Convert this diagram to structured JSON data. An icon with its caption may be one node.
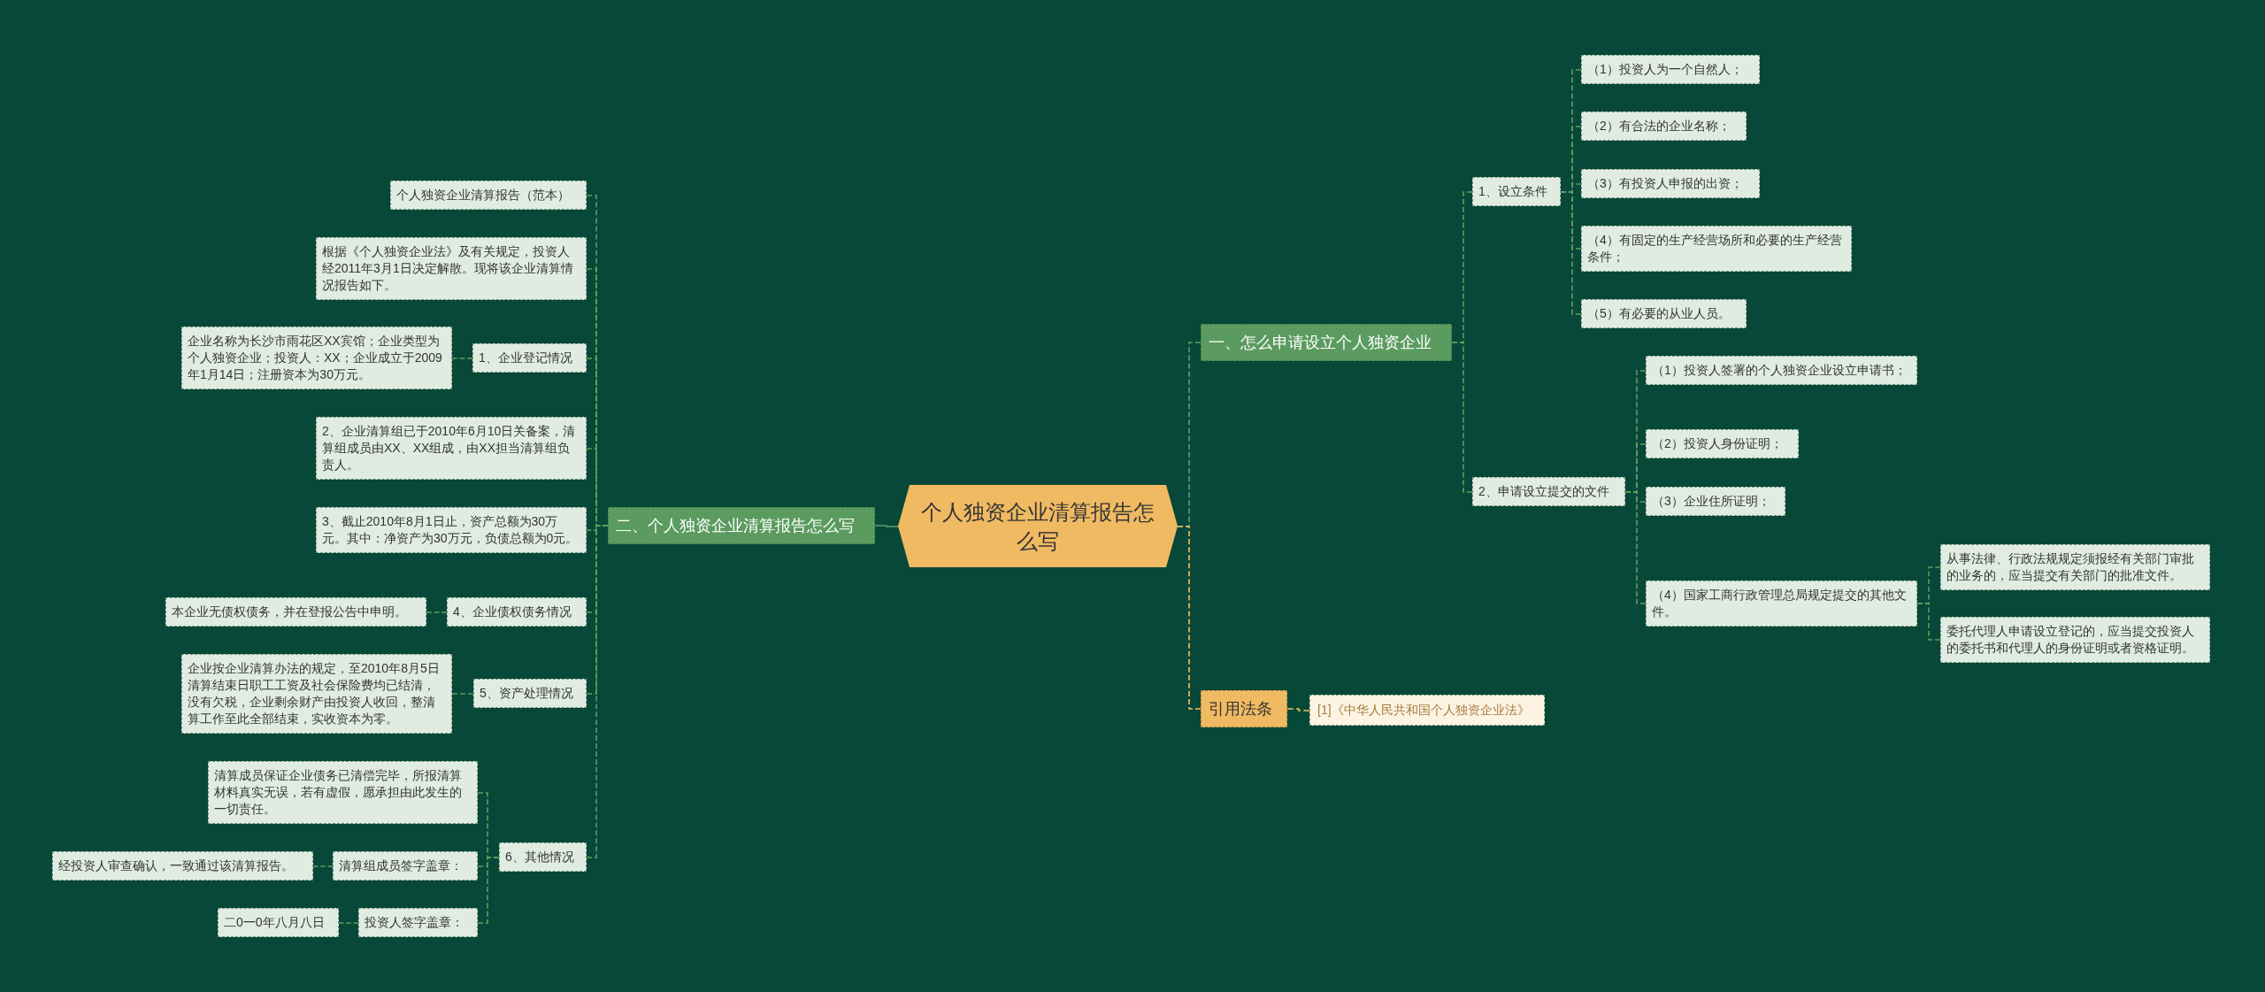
{
  "diagram": {
    "nodes": [
      {
        "text": [
          "个人独资企业清算报告怎么写"
        ]
      },
      {
        "text": [
          "二、个人独资企业清算报告怎么写"
        ]
      },
      {
        "text": [
          "个人独资企业清算报告（范本）"
        ]
      },
      {
        "text": [
          "根据《个人独资企业法》及有关规定，投资人经2011年3月1日决定解散。现将该企业清算情况报告如下。"
        ]
      },
      {
        "text": [
          "1、企业登记情况"
        ]
      },
      {
        "text": [
          "企业名称为长沙市雨花区XX宾馆；企业类型为个人独资企业；投资人：XX；企业成立于2009年1月14日；注册资本为30万元。"
        ]
      },
      {
        "text": [
          "2、企业清算组已于2010年6月10日关备案，清算组成员由XX、XX组成，由XX担当清算组负责人。"
        ]
      },
      {
        "text": [
          "3、截止2010年8月1日止，资产总额为30万元。其中：净资产为30万元，负债总额为0元。"
        ]
      },
      {
        "text": [
          "4、企业债权债务情况"
        ]
      },
      {
        "text": [
          "本企业无债权债务，并在登报公告中申明。"
        ]
      },
      {
        "text": [
          "5、资产处理情况"
        ]
      },
      {
        "text": [
          "企业按企业清算办法的规定，至2010年8月5日清算结束日职工工资及社会保险费均已结清，没有欠税，企业剩余财产由投资人收回，整清算工作至此全部结束，实收资本为零。"
        ]
      },
      {
        "text": [
          "6、其他情况"
        ]
      },
      {
        "text": [
          "清算成员保证企业债务已清偿完毕，所报清算材料真实无误，若有虚假，愿承担由此发生的一切责任。"
        ]
      },
      {
        "text": [
          "清算组成员签字盖章："
        ]
      },
      {
        "text": [
          "经投资人审查确认，一致通过该清算报告。"
        ]
      },
      {
        "text": [
          "投资人签字盖章："
        ]
      },
      {
        "text": [
          "二0一0年八月八日"
        ]
      },
      {
        "text": [
          "一、怎么申请设立个人独资企业"
        ]
      },
      {
        "text": [
          "1、设立条件"
        ]
      },
      {
        "text": [
          "（1）投资人为一个自然人；"
        ]
      },
      {
        "text": [
          "（2）有合法的企业名称；"
        ]
      },
      {
        "text": [
          "（3）有投资人申报的出资；"
        ]
      },
      {
        "text": [
          "（4）有固定的生产经营场所和必要的生产经营条件；"
        ]
      },
      {
        "text": [
          "（5）有必要的从业人员。"
        ]
      },
      {
        "text": [
          "2、申请设立提交的文件"
        ]
      },
      {
        "text": [
          "（1）投资人签署的个人独资企业设立申请书；"
        ]
      },
      {
        "text": [
          "（2）投资人身份证明；"
        ]
      },
      {
        "text": [
          "（3）企业住所证明；"
        ]
      },
      {
        "text": [
          "（4）国家工商行政管理总局规定提交的其他文件。"
        ]
      },
      {
        "text": [
          "从事法律、行政法规规定须报经有关部门审批的业务的，应当提交有关部门的批准文件。"
        ]
      },
      {
        "text": [
          "委托代理人申请设立登记的，应当提交投资人的委托书和代理人的身份证明或者资格证明。"
        ]
      },
      {
        "text": [
          "引用法条"
        ]
      },
      {
        "text": [
          "[1]《中华人民共和国个人独资企业法》"
        ]
      }
    ],
    "edges": [
      {
        "from": 0,
        "to": 1,
        "arrow": "none"
      },
      {
        "from": 1,
        "to": 2,
        "arrow": "none",
        "style": "dashed"
      },
      {
        "from": 1,
        "to": 3,
        "arrow": "none",
        "style": "dashed"
      },
      {
        "from": 1,
        "to": 4,
        "arrow": "none",
        "style": "dashed"
      },
      {
        "from": 4,
        "to": 5,
        "arrow": "none",
        "style": "dashed"
      },
      {
        "from": 1,
        "to": 6,
        "arrow": "none",
        "style": "dashed"
      },
      {
        "from": 1,
        "to": 7,
        "arrow": "none",
        "style": "dashed"
      },
      {
        "from": 1,
        "to": 8,
        "arrow": "none",
        "style": "dashed"
      },
      {
        "from": 8,
        "to": 9,
        "arrow": "none",
        "style": "dashed"
      },
      {
        "from": 1,
        "to": 10,
        "arrow": "none",
        "style": "dashed"
      },
      {
        "from": 10,
        "to": 11,
        "arrow": "none",
        "style": "dashed"
      },
      {
        "from": 1,
        "to": 12,
        "arrow": "none",
        "style": "dashed"
      },
      {
        "from": 12,
        "to": 13,
        "arrow": "none",
        "style": "dashed"
      },
      {
        "from": 12,
        "to": 14,
        "arrow": "none",
        "style": "dashed"
      },
      {
        "from": 14,
        "to": 15,
        "arrow": "none",
        "style": "dashed"
      },
      {
        "from": 12,
        "to": 16,
        "arrow": "none",
        "style": "dashed"
      },
      {
        "from": 16,
        "to": 17,
        "arrow": "none",
        "style": "dashed"
      },
      {
        "from": 0,
        "to": 18,
        "arrow": "none",
        "style": "dashed"
      },
      {
        "from": 18,
        "to": 19,
        "arrow": "none",
        "style": "dashed"
      },
      {
        "from": 19,
        "to": 20,
        "arrow": "none",
        "style": "dashed"
      },
      {
        "from": 19,
        "to": 21,
        "arrow": "none",
        "style": "dashed"
      },
      {
        "from": 19,
        "to": 22,
        "arrow": "none",
        "style": "dashed"
      },
      {
        "from": 19,
        "to": 23,
        "arrow": "none",
        "style": "dashed"
      },
      {
        "from": 19,
        "to": 24,
        "arrow": "none",
        "style": "dashed"
      },
      {
        "from": 18,
        "to": 25,
        "arrow": "none",
        "style": "dashed"
      },
      {
        "from": 25,
        "to": 26,
        "arrow": "none",
        "style": "dashed"
      },
      {
        "from": 25,
        "to": 27,
        "arrow": "none",
        "style": "dashed"
      },
      {
        "from": 25,
        "to": 28,
        "arrow": "none",
        "style": "dashed"
      },
      {
        "from": 25,
        "to": 29,
        "arrow": "none",
        "style": "dashed"
      },
      {
        "from": 29,
        "to": 30,
        "arrow": "none",
        "style": "dashed"
      },
      {
        "from": 29,
        "to": 31,
        "arrow": "none",
        "style": "dashed"
      },
      {
        "from": 0,
        "to": 32,
        "arrow": "none",
        "style": "dashed",
        "color": "#f0c060"
      },
      {
        "from": 32,
        "to": 33,
        "arrow": "none",
        "style": "dashed",
        "color": "#f0c060"
      }
    ]
  }
}
